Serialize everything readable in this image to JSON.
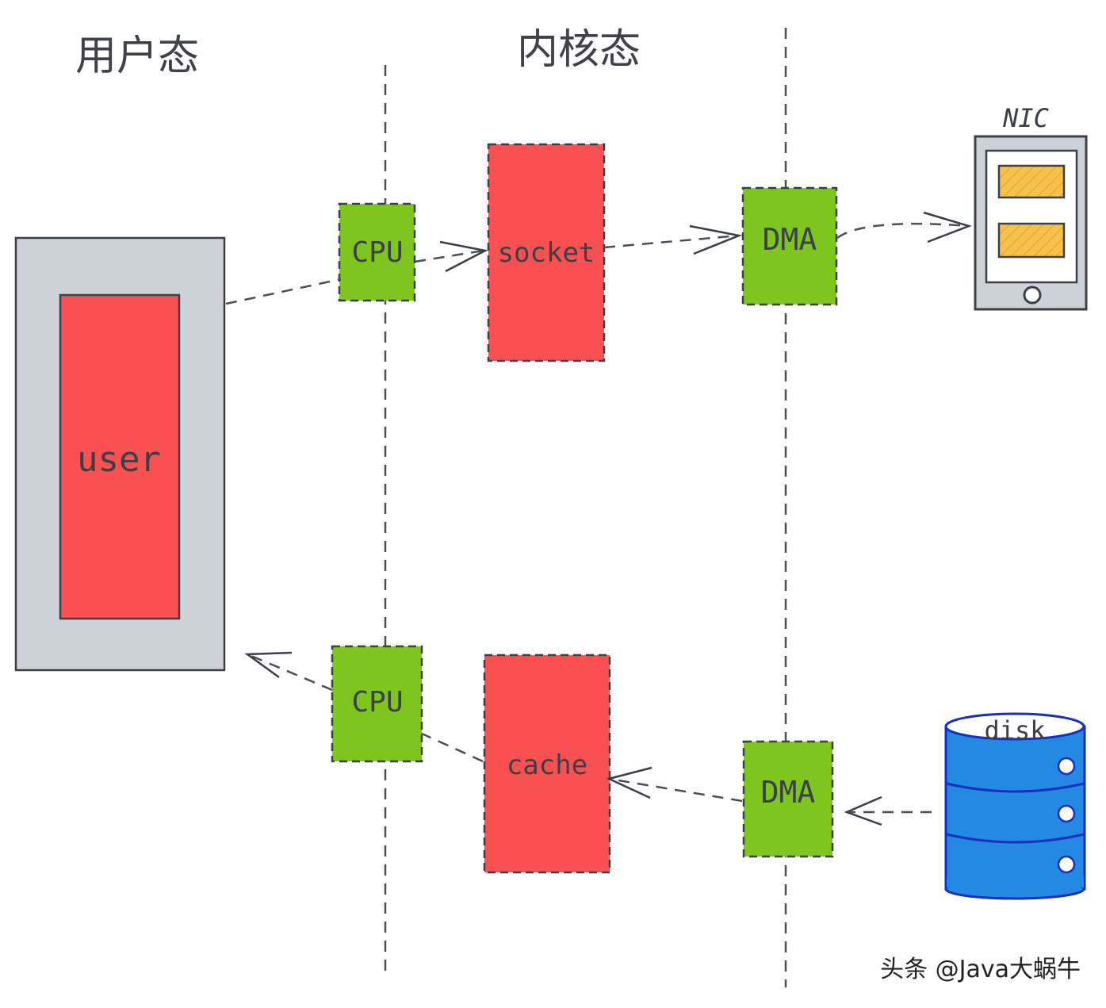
{
  "zones": {
    "user_space": "用户态",
    "kernel_space": "内核态"
  },
  "nodes": {
    "user": "user",
    "cpu_top": "CPU",
    "socket": "socket",
    "dma_top": "DMA",
    "nic": "NIC",
    "cpu_bottom": "CPU",
    "cache": "cache",
    "dma_bottom": "DMA",
    "disk": "disk"
  },
  "watermark": "头条 @Java大蜗牛",
  "colors": {
    "red_block": "#f95152",
    "green_block": "#7ec61e",
    "gray_block": "#cdd2d8",
    "disk_blue": "#2389e3",
    "nic_slot": "#f7c24a",
    "line": "#4a4f57"
  }
}
